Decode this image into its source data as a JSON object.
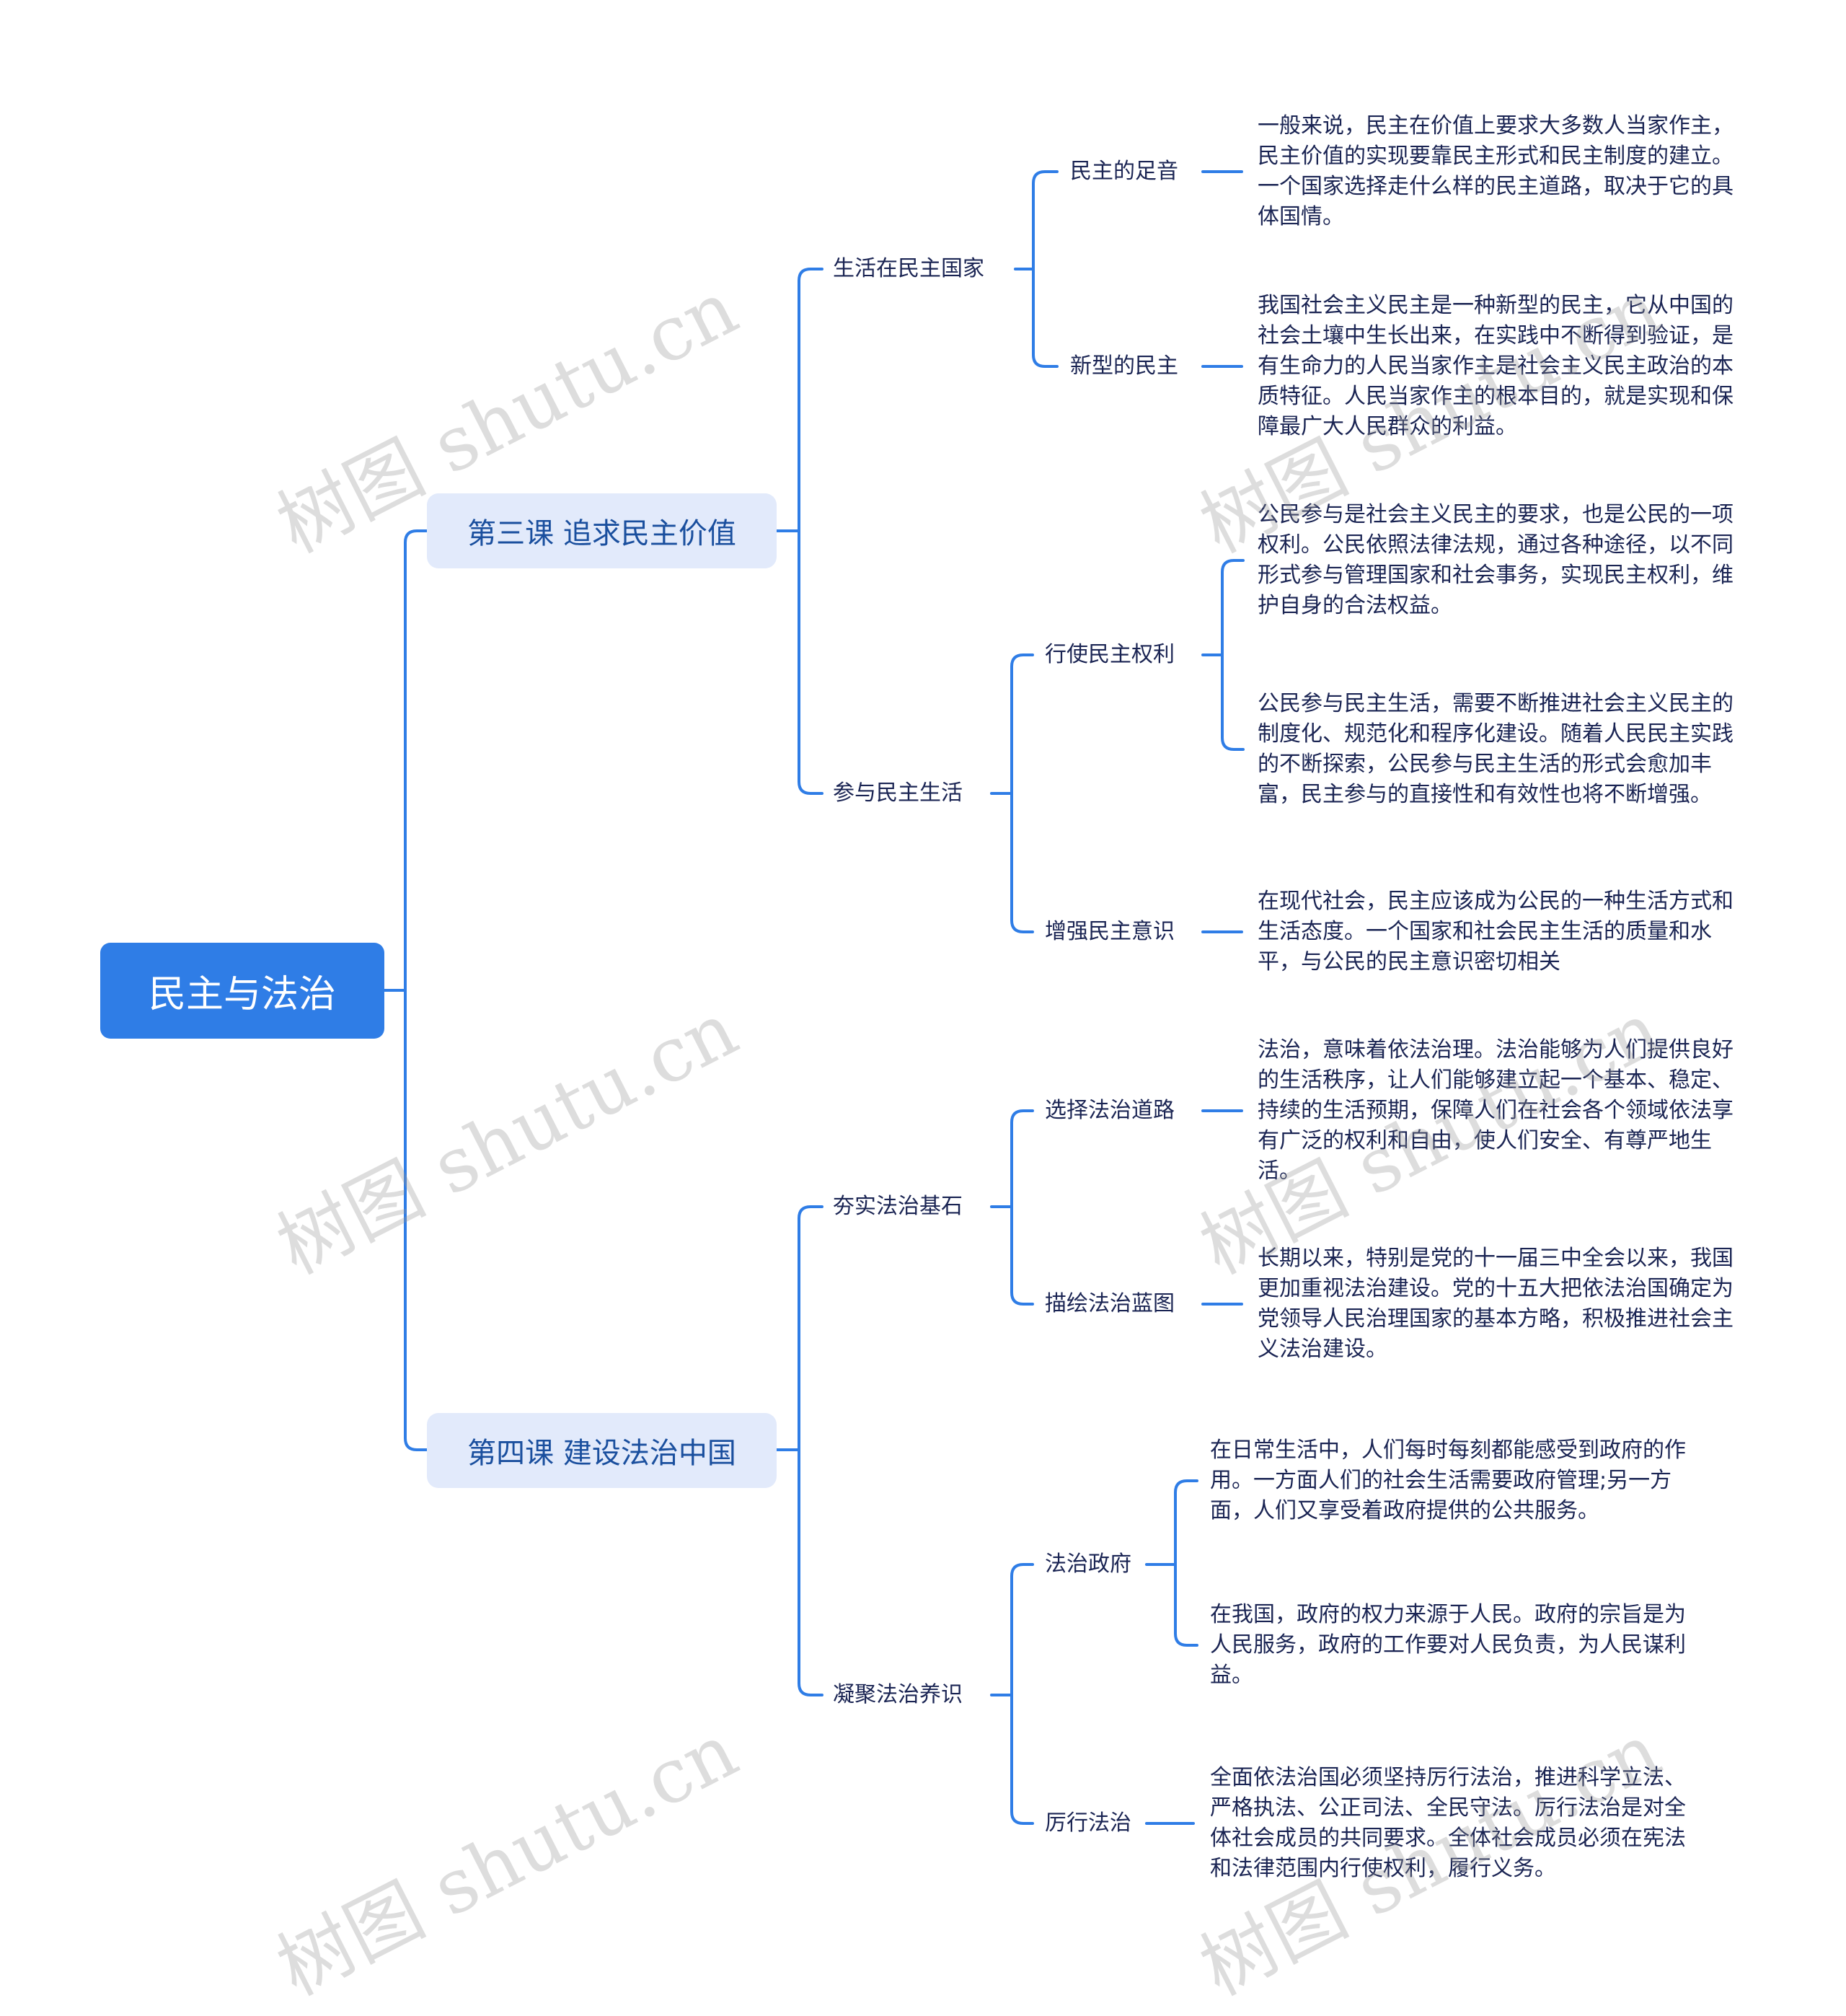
{
  "colors": {
    "line": "#2f7de6",
    "root_bg": "#2f7de6",
    "l1_bg": "#e2eafb",
    "l1_text": "#1a4f9e",
    "text": "#1a2453",
    "watermark": "#a0a0a0"
  },
  "watermark": "树图 shutu.cn",
  "root": {
    "label": "民主与法治"
  },
  "lessons": [
    {
      "label": "第三课 追求民主价值",
      "topics": [
        {
          "label": "生活在民主国家",
          "points": [
            {
              "label": "民主的足音",
              "notes": [
                "一般来说，民主在价值上要求大多数人当家作主，民主价值的实现要靠民主形式和民主制度的建立。一个国家选择走什么样的民主道路，取决于它的具体国情。"
              ]
            },
            {
              "label": "新型的民主",
              "notes": [
                "我国社会主义民主是一种新型的民主，它从中国的社会土壤中生长出来，在实践中不断得到验证，是有生命力的人民当家作主是社会主义民主政治的本质特征。人民当家作主的根本目的，就是实现和保障最广大人民群众的利益。"
              ]
            }
          ]
        },
        {
          "label": "参与民主生活",
          "points": [
            {
              "label": "行使民主权利",
              "notes": [
                "公民参与是社会主义民主的要求，也是公民的一项权利。公民依照法律法规，通过各种途径，以不同形式参与管理国家和社会事务，实现民主权利，维护自身的合法权益。",
                "公民参与民主生活，需要不断推进社会主义民主的制度化、规范化和程序化建设。随着人民民主实践的不断探索，公民参与民主生活的形式会愈加丰富，民主参与的直接性和有效性也将不断增强。"
              ]
            },
            {
              "label": "增强民主意识",
              "notes": [
                "在现代社会，民主应该成为公民的一种生活方式和生活态度。一个国家和社会民主生活的质量和水平，与公民的民主意识密切相关"
              ]
            }
          ]
        }
      ]
    },
    {
      "label": "第四课 建设法治中国",
      "topics": [
        {
          "label": "夯实法治基石",
          "points": [
            {
              "label": "选择法治道路",
              "notes": [
                "法治，意味着依法治理。法治能够为人们提供良好的生活秩序，让人们能够建立起一个基本、稳定、持续的生活预期，保障人们在社会各个领域依法享有广泛的权利和自由，使人们安全、有尊严地生活。"
              ]
            },
            {
              "label": "描绘法治蓝图",
              "notes": [
                "长期以来，特别是党的十一届三中全会以来，我国更加重视法治建设。党的十五大把依法治国确定为党领导人民治理国家的基本方略，积极推进社会主义法治建设。"
              ]
            }
          ]
        },
        {
          "label": "凝聚法治养识",
          "points": [
            {
              "label": "法治政府",
              "notes": [
                "在日常生活中，人们每时每刻都能感受到政府的作用。一方面人们的社会生活需要政府管理;另一方面，人们又享受着政府提供的公共服务。",
                "在我国，政府的权力来源于人民。政府的宗旨是为人民服务，政府的工作要对人民负责，为人民谋利益。"
              ]
            },
            {
              "label": "厉行法治",
              "notes": [
                "全面依法治国必须坚持厉行法治，推进科学立法、严格执法、公正司法、全民守法。厉行法治是对全体社会成员的共同要求。全体社会成员必须在宪法和法律范围内行使权利，履行义务。"
              ]
            }
          ]
        }
      ]
    }
  ]
}
